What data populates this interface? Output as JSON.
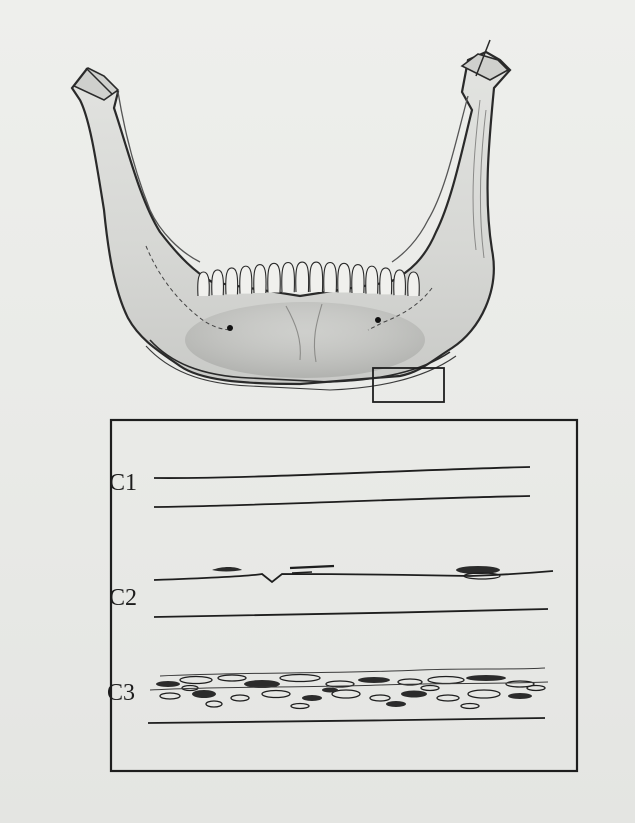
{
  "figure": {
    "panel": {
      "labels": [
        "C1",
        "C2",
        "C3"
      ]
    },
    "colors": {
      "paper": "#eceeeb",
      "ink": "#1f1f1f",
      "bone_fill": "#d8d9d6",
      "bone_shadow": "#a9aaa7"
    }
  }
}
